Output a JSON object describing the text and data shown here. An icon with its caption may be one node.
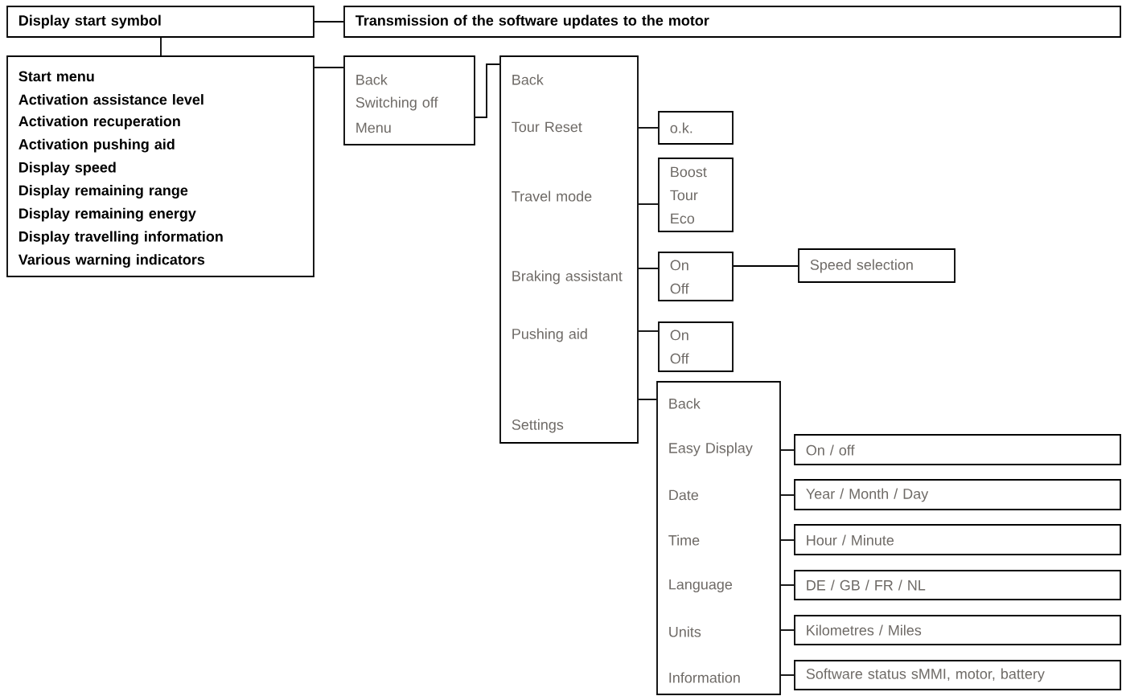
{
  "diagram": {
    "nodes": [
      {
        "text": [
          "Display start symbol"
        ]
      },
      {
        "text": [
          "Transmission of the software updates to the motor"
        ]
      },
      {
        "text": [
          "Start menu",
          "Activation assistance level",
          "Activation recuperation",
          "Activation pushing aid",
          "Display speed",
          "Display remaining range",
          "Display remaining energy",
          "Display travelling information",
          "Various warning indicators"
        ]
      },
      {
        "text": [
          "Back",
          "Switching off",
          "Menu"
        ]
      },
      {
        "text": [
          "Back",
          "Tour Reset",
          "Travel mode",
          "Braking assistant",
          "Pushing aid",
          "Settings"
        ]
      },
      {
        "text": [
          "o.k."
        ]
      },
      {
        "text": [
          "Boost",
          "Tour",
          "Eco"
        ]
      },
      {
        "text": [
          "On",
          "Off"
        ]
      },
      {
        "text": [
          "Speed selection"
        ]
      },
      {
        "text": [
          "On",
          "Off"
        ]
      },
      {
        "text": [
          "Back",
          "Easy Display",
          "Date",
          "Time",
          "Language",
          "Units",
          "Information"
        ]
      },
      {
        "text": [
          "On / off"
        ]
      },
      {
        "text": [
          "Year / Month / Day"
        ]
      },
      {
        "text": [
          "Hour / Minute"
        ]
      },
      {
        "text": [
          "DE / GB / FR / NL"
        ]
      },
      {
        "text": [
          "Kilometres / Miles"
        ]
      },
      {
        "text": [
          "Software status sMMI, motor, battery"
        ]
      }
    ],
    "edges": [
      {
        "from": 0,
        "to": 1,
        "arrow": "none"
      },
      {
        "from": 0,
        "to": 2,
        "arrow": "none"
      },
      {
        "from": 2,
        "to": 3,
        "arrow": "none"
      },
      {
        "from": 3,
        "to": 4,
        "arrow": "none"
      },
      {
        "from": 4,
        "to": 5,
        "arrow": "none"
      },
      {
        "from": 4,
        "to": 6,
        "arrow": "none"
      },
      {
        "from": 4,
        "to": 7,
        "arrow": "none"
      },
      {
        "from": 7,
        "to": 8,
        "arrow": "none"
      },
      {
        "from": 4,
        "to": 9,
        "arrow": "none"
      },
      {
        "from": 4,
        "to": 10,
        "arrow": "none"
      },
      {
        "from": 10,
        "to": 11,
        "arrow": "none"
      },
      {
        "from": 10,
        "to": 12,
        "arrow": "none"
      },
      {
        "from": 10,
        "to": 13,
        "arrow": "none"
      },
      {
        "from": 10,
        "to": 14,
        "arrow": "none"
      },
      {
        "from": 10,
        "to": 15,
        "arrow": "none"
      },
      {
        "from": 10,
        "to": 16,
        "arrow": "none"
      }
    ]
  }
}
